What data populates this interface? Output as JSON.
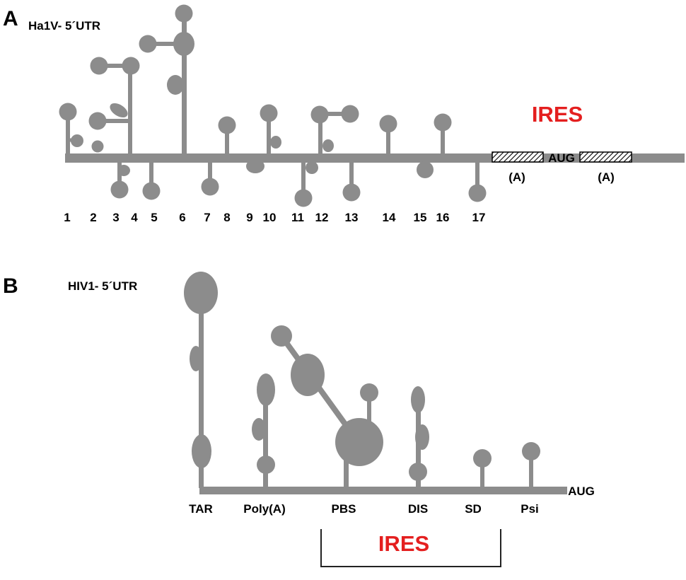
{
  "colors": {
    "rna": "#8c8c8c",
    "ires": "#e41f1f",
    "text": "#000000",
    "bracket": "#222222"
  },
  "panel_a": {
    "letter": "A",
    "title": "Ha1V- 5´UTR",
    "stem_numbers": [
      "1",
      "2",
      "3",
      "4",
      "5",
      "6",
      "7",
      "8",
      "9",
      "10",
      "11",
      "12",
      "13",
      "14",
      "15",
      "16",
      "17"
    ],
    "ires_label": "IRES",
    "aug_label": "AUG",
    "polya_labels": [
      "(A)",
      "(A)"
    ]
  },
  "panel_b": {
    "letter": "B",
    "title": "HIV1- 5´UTR",
    "features": [
      "TAR",
      "Poly(A)",
      "PBS",
      "DIS",
      "SD",
      "Psi"
    ],
    "aug_label": "AUG",
    "ires_label": "IRES"
  }
}
